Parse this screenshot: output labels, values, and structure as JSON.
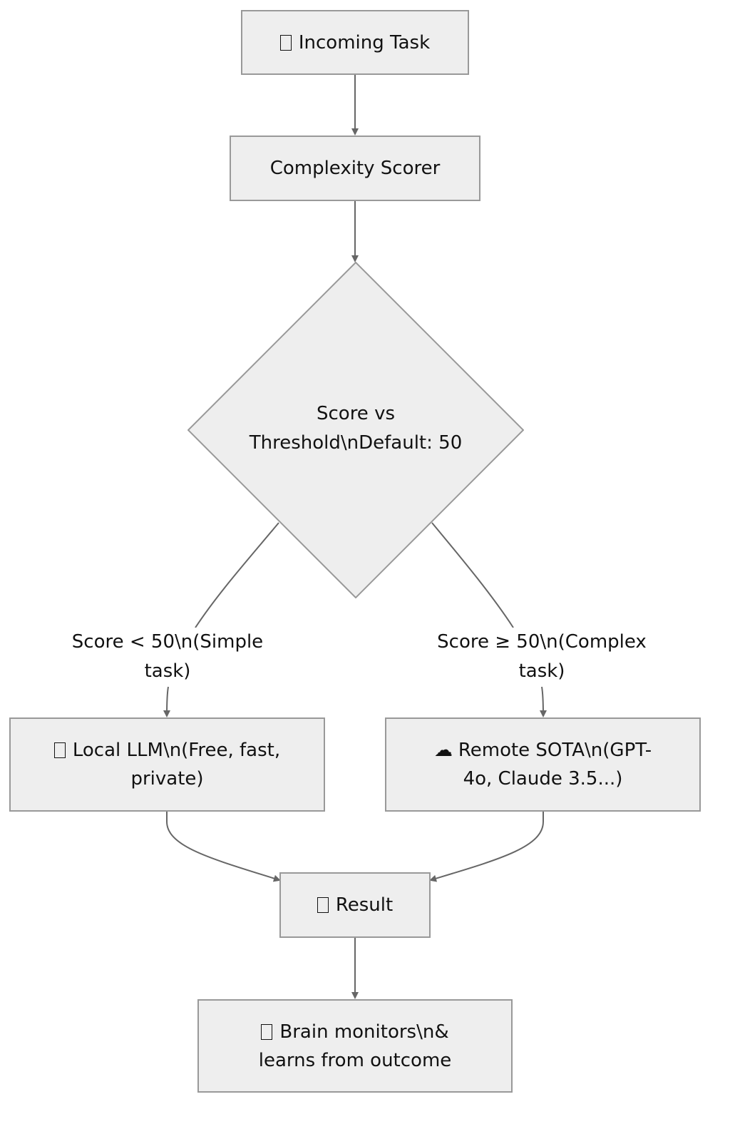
{
  "nodes": {
    "incoming": {
      "icon": "task-icon",
      "label": "Incoming Task"
    },
    "scorer": {
      "label": "Complexity Scorer"
    },
    "decision": {
      "label": "Score vs Threshold\\nDefault: 50"
    },
    "local": {
      "icon": "laptop-icon",
      "label": "Local LLM\\n(Free, fast, private)"
    },
    "remote": {
      "icon": "cloud-icon",
      "icon_glyph": "☁",
      "label": "Remote SOTA\\n(GPT-4o, Claude 3.5...)"
    },
    "result": {
      "icon": "result-icon",
      "label": "Result"
    },
    "brain": {
      "icon": "brain-icon",
      "label": "Brain monitors\\n& learns from outcome"
    }
  },
  "edges": {
    "simple": {
      "label": "Score < 50\\n(Simple task)"
    },
    "complex": {
      "label": "Score ≥ 50\\n(Complex task)"
    }
  },
  "colors": {
    "node_fill": "#eeeeee",
    "node_stroke": "#999999",
    "edge": "#666666"
  }
}
